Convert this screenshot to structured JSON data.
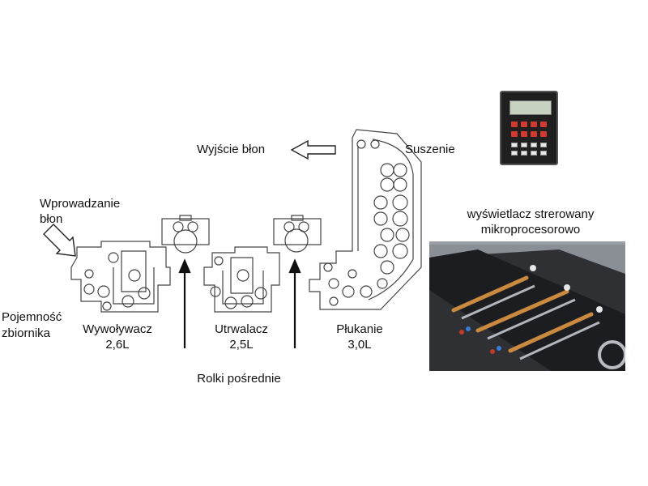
{
  "labels": {
    "wprowadzanie": "Wprowadzanie",
    "blon_in": "błon",
    "wyjscie": "Wyjście błon",
    "suszenie": "Suszenie",
    "pojemnosc": "Pojemność",
    "zbiornika": "zbiornika",
    "wywolywacz": "Wywoływacz",
    "wywolywacz_vol": "2,6L",
    "utrwalacz": "Utrwalacz",
    "utrwalacz_vol": "2,5L",
    "plukanie": "Płukanie",
    "plukanie_vol": "3,0L",
    "rolki": "Rolki pośrednie",
    "wyswietlacz_1": "wyświetlacz strerowany",
    "wyswietlacz_2": "mikroprocesorowo"
  }
}
